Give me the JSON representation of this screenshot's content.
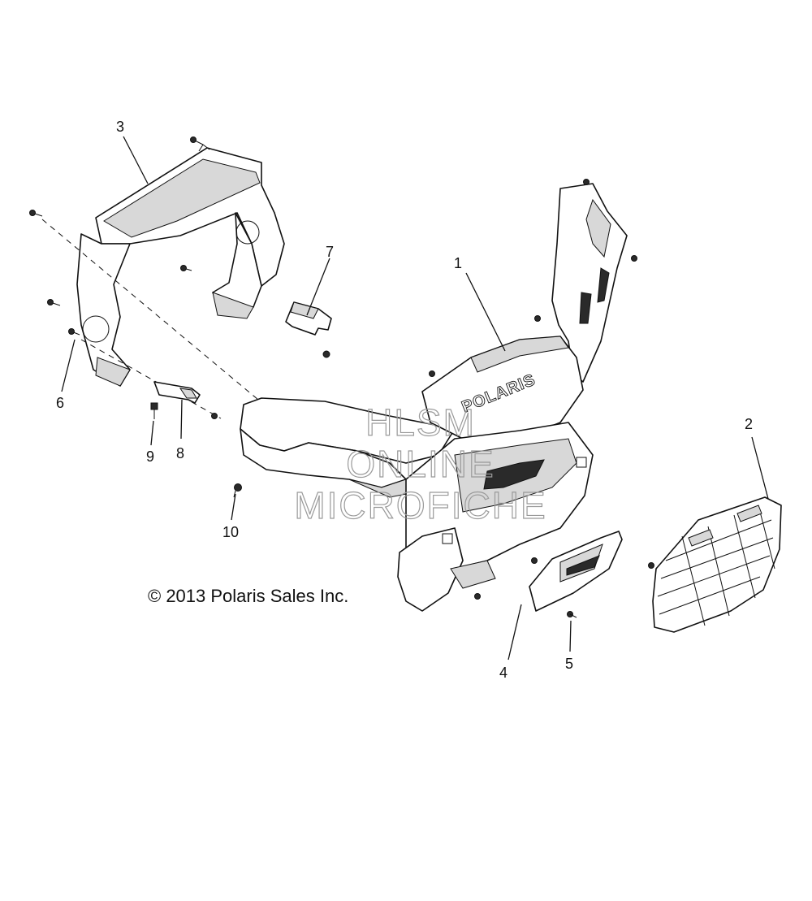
{
  "callouts": {
    "c1": "1",
    "c2": "2",
    "c3": "3",
    "c4": "4",
    "c5": "5",
    "c6": "6",
    "c7": "7",
    "c8": "8",
    "c9": "9",
    "c10": "10"
  },
  "copyright": "© 2013 Polaris Sales Inc.",
  "logo_text": "POLARIS",
  "watermark": {
    "line1": "HLSM",
    "line2": "ONLINE",
    "line3": "MICROFICHE"
  }
}
